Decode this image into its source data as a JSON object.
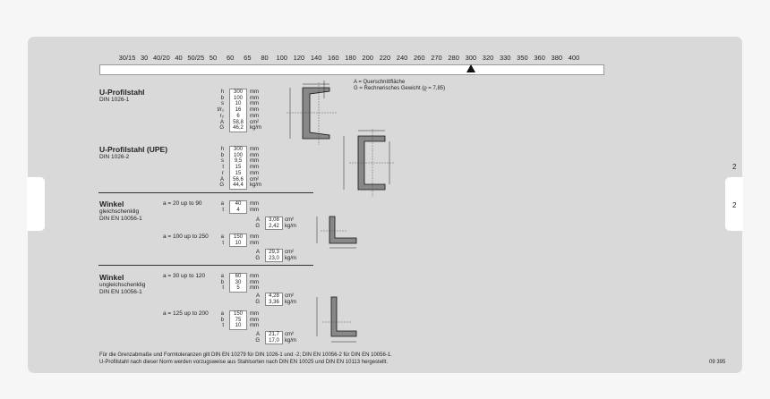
{
  "scale": {
    "labels": [
      "30/15",
      "30",
      "40/20",
      "40",
      "50/25",
      "50",
      "60",
      "65",
      "80",
      "100",
      "120",
      "140",
      "160",
      "180",
      "200",
      "220",
      "240",
      "260",
      "270",
      "280",
      "300",
      "320",
      "330",
      "350",
      "360",
      "380",
      "400"
    ],
    "marker_value": "300"
  },
  "side_numbers": {
    "right_outside": "2",
    "right_tab": "2"
  },
  "legend": {
    "line1": "A = Querschnittfläche",
    "line2": "G = Rechnerisches Gewicht (ϱ = 7,85)"
  },
  "sections": {
    "u": {
      "title": "U-Profilstahl",
      "sub": "DIN 1026-1",
      "symbols": [
        "h",
        "b",
        "s",
        "t/r₁",
        "r₂",
        "A",
        "G"
      ],
      "values": [
        "300",
        "100",
        "10",
        "16",
        "6",
        "58,8",
        "46,2"
      ],
      "units": [
        "mm",
        "mm",
        "mm",
        "mm",
        "mm",
        "cm²",
        "kg/m"
      ]
    },
    "upe": {
      "title": "U-Profilstahl (UPE)",
      "sub": "DIN 1026-2",
      "symbols": [
        "h",
        "b",
        "s",
        "t",
        "r",
        "A",
        "G"
      ],
      "values": [
        "300",
        "100",
        "9,5",
        "15",
        "15",
        "56,6",
        "44,4"
      ],
      "units": [
        "mm",
        "mm",
        "mm",
        "mm",
        "mm",
        "cm²",
        "kg/m"
      ]
    },
    "winkel1": {
      "title": "Winkel",
      "sub1": "gleichschenklig",
      "sub2": "DIN EN 10056-1",
      "rangeA": "a = 20 up to 90",
      "a_sym": [
        "a",
        "t"
      ],
      "a_val": [
        "40",
        "4"
      ],
      "a_unit": [
        "mm",
        "mm"
      ],
      "a_res_sym": [
        "A",
        "G"
      ],
      "a_res_val": [
        "3,08",
        "2,42"
      ],
      "a_res_unit": [
        "cm²",
        "kg/m"
      ],
      "rangeB": "a = 100 up to 250",
      "b_sym": [
        "a",
        "t"
      ],
      "b_val": [
        "150",
        "10"
      ],
      "b_unit": [
        "mm",
        "mm"
      ],
      "b_res_sym": [
        "A",
        "G"
      ],
      "b_res_val": [
        "29,3",
        "23,0"
      ],
      "b_res_unit": [
        "cm²",
        "kg/m"
      ]
    },
    "winkel2": {
      "title": "Winkel",
      "sub1": "ungleichschenklig",
      "sub2": "DIN EN 10056-1",
      "rangeA": "a = 30 up to 120",
      "a_sym": [
        "a",
        "b",
        "t"
      ],
      "a_val": [
        "60",
        "30",
        "5"
      ],
      "a_unit": [
        "mm",
        "mm",
        "mm"
      ],
      "a_res_sym": [
        "A",
        "G"
      ],
      "a_res_val": [
        "4,28",
        "3,36"
      ],
      "a_res_unit": [
        "cm²",
        "kg/m"
      ],
      "rangeB": "a = 125 up to 200",
      "b_sym": [
        "a",
        "b",
        "t"
      ],
      "b_val": [
        "150",
        "75",
        "10"
      ],
      "b_unit": [
        "mm",
        "mm",
        "mm"
      ],
      "b_res_sym": [
        "A",
        "G"
      ],
      "b_res_val": [
        "21,7",
        "17,0"
      ],
      "b_res_unit": [
        "cm²",
        "kg/m"
      ]
    }
  },
  "footer": {
    "line1": "Für die Grenzabmaße und Formtoleranzen gilt DIN EN 10279 für DIN 1026-1 und -2; DIN EN 10056-2 für DIN EN 10056-1.",
    "line2": "U-Profilstahl nach dieser Norm werden vorzugsweise aus Stahlsorten nach DIN EN 10025 und DIN EN 10113 hergestellt."
  },
  "code": "09 395"
}
